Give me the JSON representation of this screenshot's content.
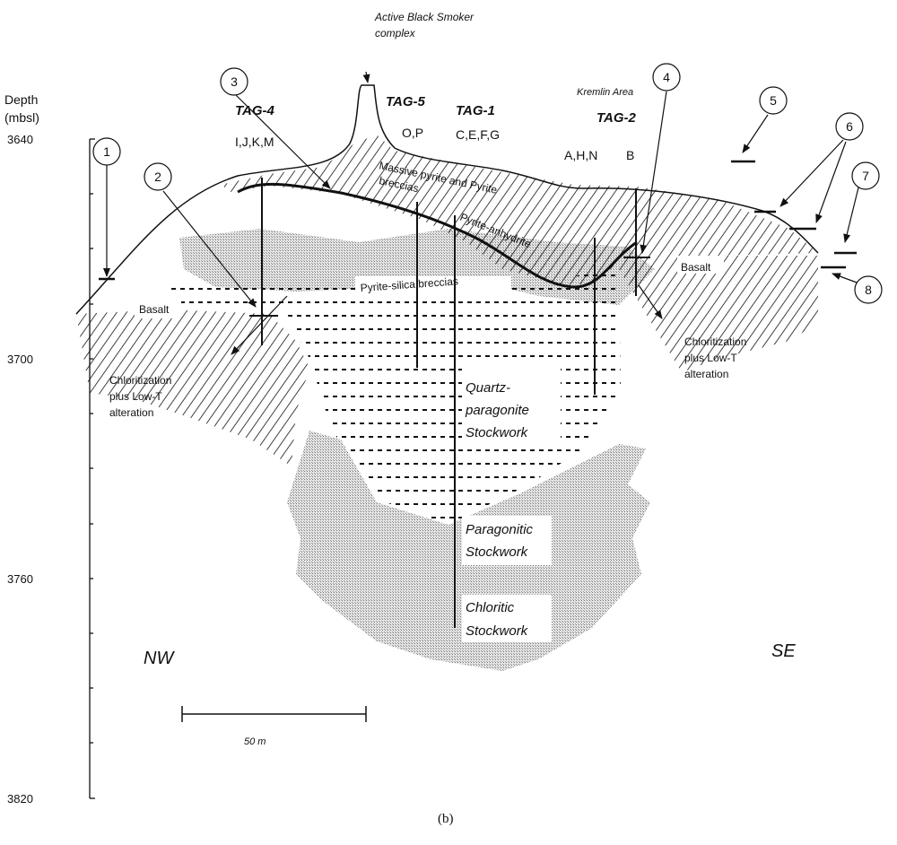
{
  "axis": {
    "title_line1": "Depth",
    "title_line2": "(mbsl)",
    "ticks": [
      "3640",
      "3700",
      "3760",
      "3820"
    ]
  },
  "labels": {
    "smoker_line1": "Active Black Smoker",
    "smoker_line2": "complex",
    "tag4": "TAG-4",
    "tag4_holes": "I,J,K,M",
    "tag5": "TAG-5",
    "tag5_holes": "O,P",
    "tag1": "TAG-1",
    "tag1_holes": "C,E,F,G",
    "kremlin": "Kremlin Area",
    "tag2": "TAG-2",
    "tag2_holes": "A,H,N",
    "tag2_b": "B",
    "massive_line1": "Massive pyrite and Pyrite",
    "massive_line2": "breccias",
    "pyrite_anhydrite": "Pyrite-anhydrite",
    "pyrite_silica": "Pyrite-silica breccias",
    "basalt_left": "Basalt",
    "basalt_right": "Basalt",
    "chlor_left": [
      "Chloritization",
      "plus Low-T",
      "alteration"
    ],
    "chlor_right": [
      "Chloritization",
      "plus Low-T",
      "alteration"
    ],
    "quartz": [
      "Quartz-",
      "paragonite",
      "Stockwork"
    ],
    "paragonitic": [
      "Paragonitic",
      "Stockwork"
    ],
    "chloritic": [
      "Chloritic",
      "Stockwork"
    ],
    "nw": "NW",
    "se": "SE",
    "scale": "50 m",
    "caption": "(b)"
  },
  "callouts": [
    "1",
    "2",
    "3",
    "4",
    "5",
    "6",
    "7",
    "8"
  ]
}
